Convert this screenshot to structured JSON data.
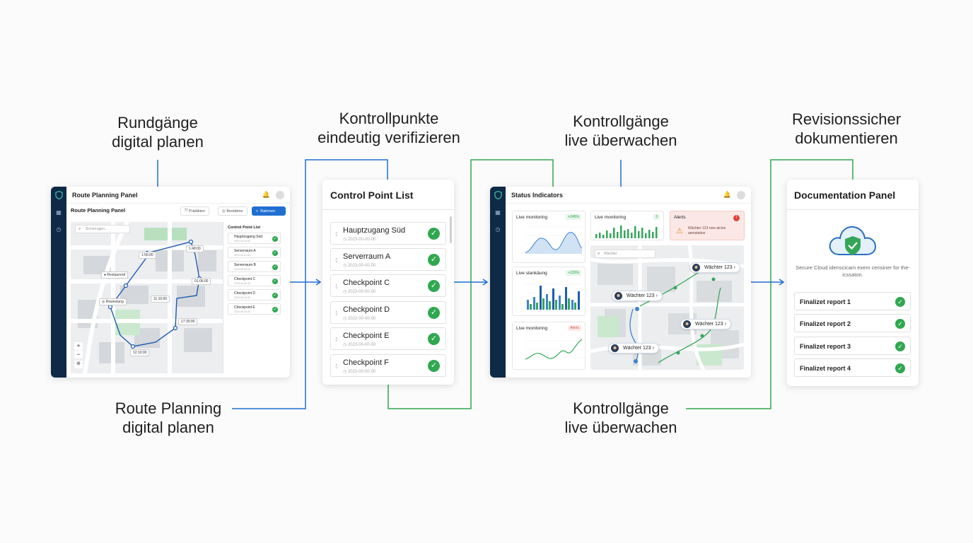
{
  "captions": {
    "top": [
      {
        "line1": "Rundgänge",
        "line2": "digital planen"
      },
      {
        "line1": "Kontrollpunkte",
        "line2": "eindeutig verifizieren"
      },
      {
        "line1": "Kontrollgänge",
        "line2": "live überwachen"
      },
      {
        "line1": "Revisionssicher",
        "line2": "dokumentieren"
      }
    ],
    "bottom": [
      {
        "line1": "Route Planning",
        "line2": "digital planen"
      },
      {
        "line1": "Kontrollgänge",
        "line2": "live überwachen"
      }
    ]
  },
  "colors": {
    "accent_blue": "#1f6fd1",
    "accent_green": "#2fa84f",
    "nav_dark": "#0e2a47"
  },
  "route_panel": {
    "window_title": "Route Planning Panel",
    "subheader": "Route Planning Panel",
    "chips": [
      "Prädikten",
      "Bestätme",
      "Rahmen"
    ],
    "search_placeholder": "Sicherragen...",
    "map_labels": [
      "Restaurend",
      "Rowestung"
    ],
    "time_labels": [
      "1:56:00",
      "1:48:00",
      "01:06:00",
      "11:10:00",
      "17:30:00",
      "12:10:00"
    ],
    "control_list": {
      "title": "Control Point List",
      "items": [
        {
          "name": "Hauptzugang Süd",
          "date": "2023-00-00-00"
        },
        {
          "name": "Serverraum A",
          "date": "2023-00-00-00"
        },
        {
          "name": "Serverraum B",
          "date": "2023-00-00-00"
        },
        {
          "name": "Checkpoint C",
          "date": "2023-00-00-00"
        },
        {
          "name": "Checkpoint D",
          "date": "2023-00-00-00"
        },
        {
          "name": "Checkpoint E",
          "date": "2023-00-00-00"
        }
      ]
    }
  },
  "control_point_list": {
    "title": "Control Point List",
    "items": [
      {
        "name": "Hauptzugang Süd",
        "date": "2023-00-00-00"
      },
      {
        "name": "Serverraum A",
        "date": "2023-00-00-00"
      },
      {
        "name": "Checkpoint C",
        "date": "2023-00-00-00"
      },
      {
        "name": "Checkpoint D",
        "date": "2022-00-00-00"
      },
      {
        "name": "Checkpoint E",
        "date": "2023-00-00-00"
      },
      {
        "name": "Checkpoint F",
        "date": "2022-00-00-00"
      }
    ]
  },
  "status_panel": {
    "window_title": "Status Indicators",
    "tiles": [
      {
        "title": "Live monitoring",
        "badge": "+245%"
      },
      {
        "title": "Live monitoring",
        "badge": "3"
      },
      {
        "title": "Live stankäung",
        "badge": "+226%"
      },
      {
        "title": "Live monitoring",
        "badge": "Alerts"
      }
    ],
    "alert": {
      "title": "Alerts",
      "count": "!",
      "text": "Wächter 123 new alcine aemstation"
    },
    "search_placeholder": "Wächter",
    "guards": [
      "Wächter 123",
      "Wächter 123",
      "Wächter 123",
      "Wächter 123"
    ]
  },
  "documentation_panel": {
    "title": "Documentation Panel",
    "cloud_text": "Secure Cloud idenscicam exem censiner for the-icssaton.",
    "reports": [
      "Finalizet report 1",
      "Finalizet report 2",
      "Finalizet report 3",
      "Finalizet report 4"
    ]
  }
}
